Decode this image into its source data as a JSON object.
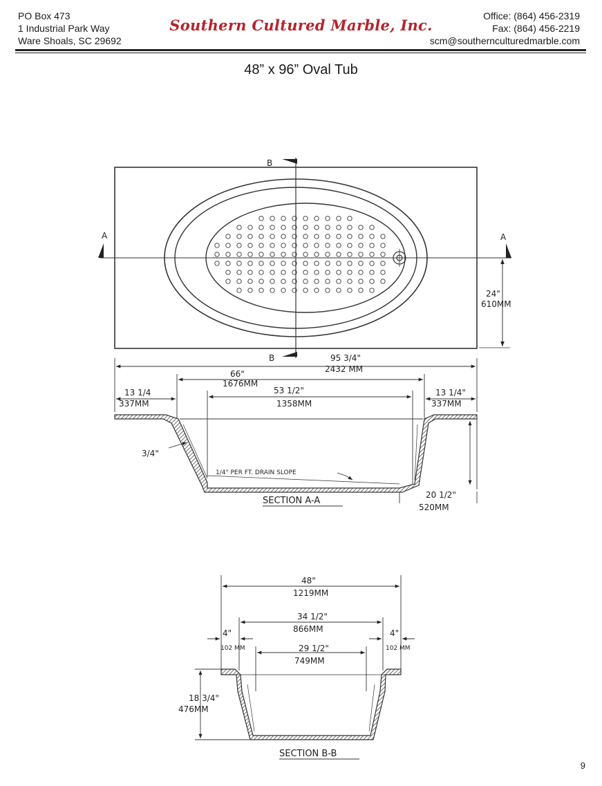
{
  "header": {
    "address": [
      "PO Box 473",
      "1 Industrial Park Way",
      "Ware Shoals, SC 29692"
    ],
    "company_name": "Southern Cultured Marble, Inc.",
    "contact": [
      "Office: (864) 456-2319",
      "Fax: (864) 456-2219",
      "scm@southernculturedmarble.com"
    ],
    "brand_color": "#b5242c"
  },
  "title": "48” x 96” Oval Tub",
  "plan_view": {
    "section_marker_a": "A",
    "section_marker_b": "B",
    "dim_depth_in": "24\"",
    "dim_depth_mm": "610MM"
  },
  "section_a": {
    "label": "SECTION A-A",
    "dim_overall_in": "95 3/4\"",
    "dim_overall_mm": "2432 MM",
    "dim_top_in": "66\"",
    "dim_top_mm": "1676MM",
    "dim_bottom_in": "53 1/2\"",
    "dim_bottom_mm": "1358MM",
    "dim_left_in": "13 1/4",
    "dim_left_mm": "337MM",
    "dim_right_in": "13 1/4\"",
    "dim_right_mm": "337MM",
    "dim_wall_in": "3/4\"",
    "drain_note": "1/4\" PER FT. DRAIN SLOPE",
    "dim_depth_in": "20 1/2\"",
    "dim_depth_mm": "520MM"
  },
  "section_b": {
    "label": "SECTION B-B",
    "dim_overall_in": "48\"",
    "dim_overall_mm": "1219MM",
    "dim_top_in": "34 1/2\"",
    "dim_top_mm": "866MM",
    "dim_bottom_in": "29 1/2\"",
    "dim_bottom_mm": "749MM",
    "dim_deck_in": "4\"",
    "dim_deck_mm": "102 MM",
    "dim_deck_right_in": "4\"",
    "dim_deck_right_mm": "102 MM",
    "dim_height_in": "18 3/4\"",
    "dim_height_mm": "476MM"
  },
  "page_number": "9"
}
